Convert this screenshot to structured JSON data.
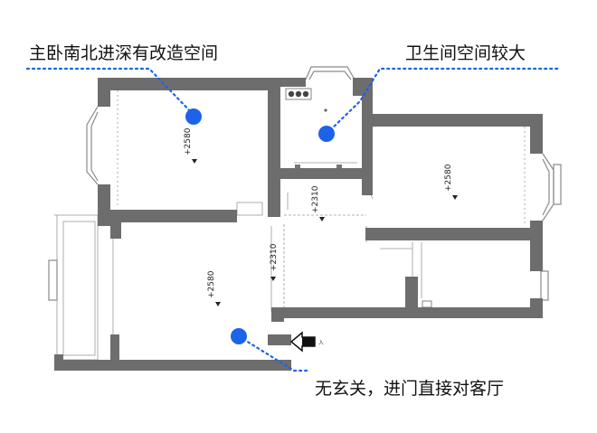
{
  "annotations": {
    "master_bedroom": "主卧南北进深有改造空间",
    "bathroom": "卫生间空间较大",
    "entrance": "无玄关，进门直接对客厅"
  },
  "elevations": {
    "master_bedroom": "+2580",
    "second_bedroom": "+2580",
    "living_room": "+2580",
    "corridor_a": "+2310",
    "corridor_b": "+2310"
  },
  "entry_label": "入",
  "colors": {
    "wall": "#6d6d6d",
    "marker": "#1c63e8",
    "leader": "#1c63e8"
  }
}
